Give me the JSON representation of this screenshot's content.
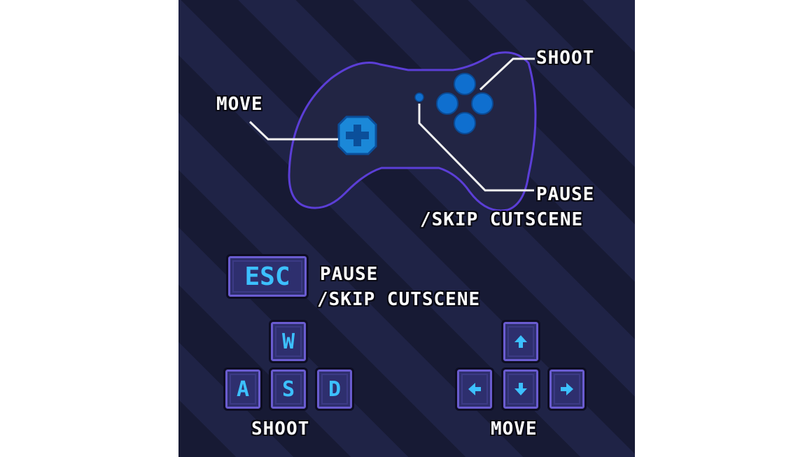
{
  "controller": {
    "labels": {
      "shoot": "SHOOT",
      "move": "MOVE",
      "pause_line1": "PAUSE",
      "pause_line2": "/SKIP CUTSCENE"
    }
  },
  "keyboard": {
    "esc": {
      "key": "ESC",
      "desc_line1": "PAUSE",
      "desc_line2": "/SKIP CUTSCENE"
    },
    "wasd": {
      "keys": [
        "W",
        "A",
        "S",
        "D"
      ],
      "label": "SHOOT"
    },
    "arrows": {
      "icons": [
        "arrow-up-icon",
        "arrow-left-icon",
        "arrow-down-icon",
        "arrow-right-icon"
      ],
      "label": "MOVE"
    }
  },
  "colors": {
    "background_dark": "#171a34",
    "background_light": "#1f2346",
    "controller_outline": "#5b3ed6",
    "controller_fill": "#222544",
    "button_blue": "#0f6fcf",
    "key_text": "#3cc0ff",
    "key_border": "#6a5cd0",
    "label_text": "#ffffff"
  }
}
